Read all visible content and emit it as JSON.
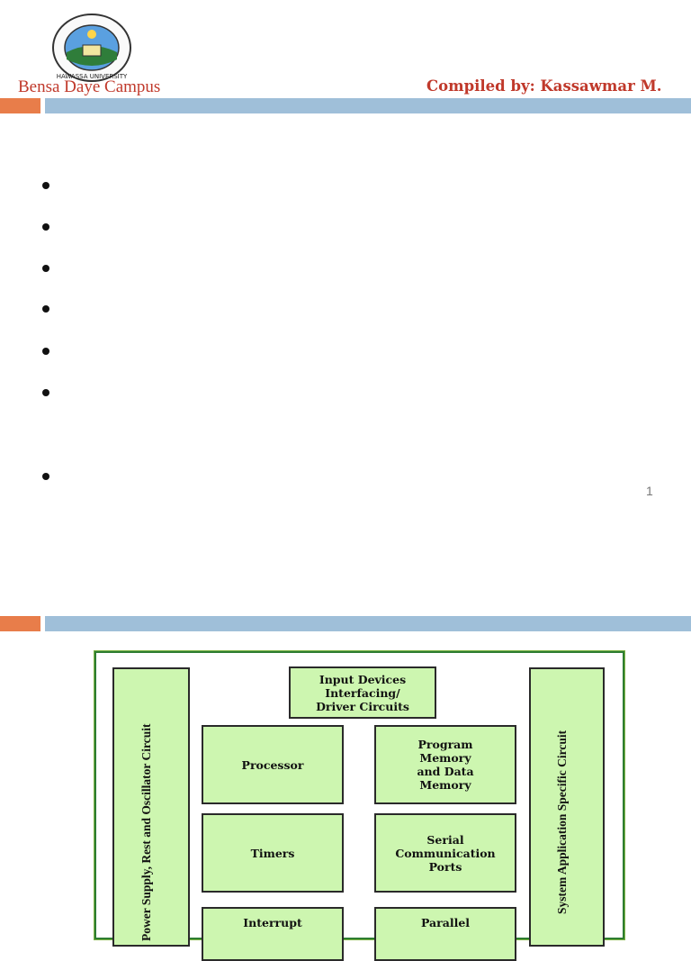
{
  "header": {
    "campus": "Bensa Daye Campus",
    "compiled_by": "Compiled by: Kassawmar M.",
    "logo_text": "HAWASSA UNIVERSITY"
  },
  "slide1": {
    "page_number": "1",
    "bullet_count": 7
  },
  "diagram": {
    "input_devices": "Input Devices\nInterfacing/\nDriver Circuits",
    "processor": "Processor",
    "program_memory": "Program\nMemory\nand Data\nMemory",
    "timers": "Timers",
    "serial_ports": "Serial\nCommunication\nPorts",
    "interrupt": "Interrupt",
    "parallel": "Parallel",
    "left_side": "Power Supply, Rest and Oscillator Circuit",
    "right_side": "System Application Specific Circuit"
  },
  "colors": {
    "accent_red": "#c0392b",
    "bar_orange": "#e87d4a",
    "bar_blue": "#9fbfd9",
    "block_green": "#cdf6b0",
    "frame_green": "#2e7d32"
  }
}
